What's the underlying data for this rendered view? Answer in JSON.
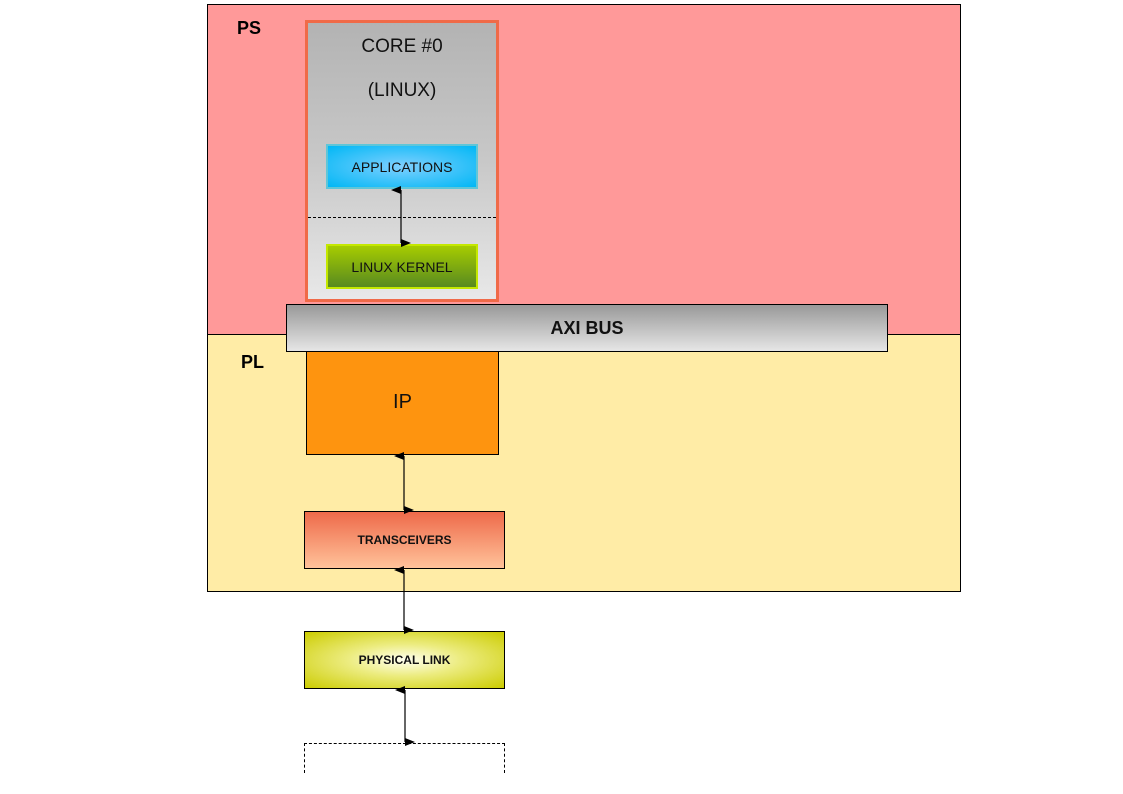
{
  "regions": {
    "ps": {
      "label": "PS",
      "color": "#ff9999"
    },
    "pl": {
      "label": "PL",
      "color": "#ffeca6"
    }
  },
  "core": {
    "title": "CORE #0",
    "subtitle": "(LINUX)",
    "border_color": "#f06a48",
    "applications_label": "APPLICATIONS",
    "kernel_label": "LINUX KERNEL"
  },
  "bus": {
    "label": "AXI BUS"
  },
  "blocks": {
    "ip_label": "IP",
    "transceivers_label": "TRANSCEIVERS",
    "physical_link_label": "PHYSICAL LINK",
    "next_block_label": ""
  },
  "connections": [
    {
      "from": "APPLICATIONS",
      "to": "LINUX KERNEL",
      "type": "bidirectional"
    },
    {
      "from": "IP",
      "to": "TRANSCEIVERS",
      "type": "bidirectional"
    },
    {
      "from": "TRANSCEIVERS",
      "to": "PHYSICAL LINK",
      "type": "bidirectional"
    },
    {
      "from": "PHYSICAL LINK",
      "to": "external (dashed block)",
      "type": "bidirectional"
    }
  ]
}
